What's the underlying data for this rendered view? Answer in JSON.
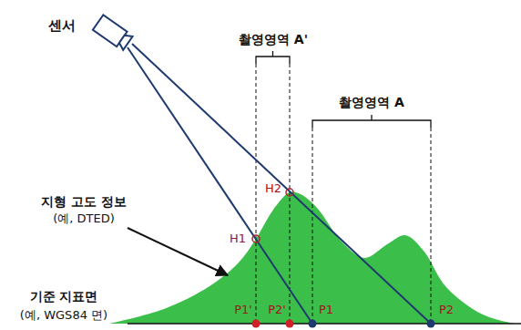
{
  "diagram": {
    "labels": [
      "센서",
      "촬영영역 A'",
      "촬영영역 A",
      "지형 고도 정보",
      "(예, DTED)",
      "H2",
      "H1",
      "기준 지표면",
      "(예, WGS84 면)",
      "P1'",
      "P2'",
      "P1",
      "P2"
    ]
  }
}
